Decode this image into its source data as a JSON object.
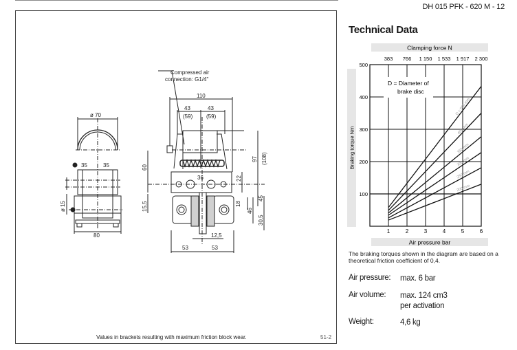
{
  "header": {
    "document_id": "DH 015 PFK - 620 M - 12",
    "section_title": "Technical Data"
  },
  "drawing": {
    "annotations": {
      "compressed_air_line1": "Compressed air",
      "compressed_air_line2": "connection: G1/4\"",
      "dia70": "ø 70",
      "dia15": "ø 15",
      "d35_left": "35",
      "d35_right": "35",
      "d80": "80",
      "d110": "110",
      "d43_left": "43",
      "d43_left_worn": "(59)",
      "d43_right": "43",
      "d43_right_worn": "(59)",
      "d60": "60",
      "d15_5": "15,5",
      "d36": "36",
      "d22": "22",
      "d97": "97",
      "d108": "(108)",
      "d45": "45",
      "d18": "18",
      "d46": "46",
      "d30_5": "30,5",
      "d12_5": "12,5",
      "d53_left": "53",
      "d53_right": "53"
    },
    "footer_note": "Values in brackets resulting with maximum friction block wear.",
    "page_number": "51-2"
  },
  "chart_data": {
    "type": "line",
    "title": "",
    "top_axis_label": "Clamping force N",
    "top_tick_labels": [
      "383",
      "766",
      "1 150",
      "1 533",
      "1 917",
      "2 300"
    ],
    "xlabel": "Air pressure bar",
    "ylabel": "Braking torque Nm",
    "x_ticks": [
      1,
      2,
      3,
      4,
      5,
      6
    ],
    "y_ticks": [
      100,
      200,
      300,
      400,
      500
    ],
    "xlim": [
      0,
      6
    ],
    "ylim": [
      0,
      500
    ],
    "grid": true,
    "annotation": "D = Diameter of brake disc",
    "series": [
      {
        "name": "D = 500 mm",
        "x": [
          1,
          6
        ],
        "y": [
          58,
          433
        ]
      },
      {
        "name": "400 mm",
        "x": [
          1,
          6
        ],
        "y": [
          49,
          350
        ]
      },
      {
        "name": "350 mm",
        "x": [
          1,
          6
        ],
        "y": [
          41,
          277
        ]
      },
      {
        "name": "300 mm",
        "x": [
          1,
          6
        ],
        "y": [
          34,
          228
        ]
      },
      {
        "name": "250 mm",
        "x": [
          1,
          6
        ],
        "y": [
          26,
          181
        ]
      },
      {
        "name": "200 mm",
        "x": [
          1,
          6
        ],
        "y": [
          19,
          130
        ]
      }
    ]
  },
  "notes": {
    "friction_note": "The braking torques shown in the diagram are based on a theoretical friction coefficient of 0,4."
  },
  "specs": [
    {
      "label": "Air pressure:",
      "value": "max. 6 bar",
      "value2": ""
    },
    {
      "label": "Air volume:",
      "value": "max. 124 cm3",
      "value2": "per activation"
    },
    {
      "label": "Weight:",
      "value": "4,6 kg",
      "value2": ""
    }
  ]
}
